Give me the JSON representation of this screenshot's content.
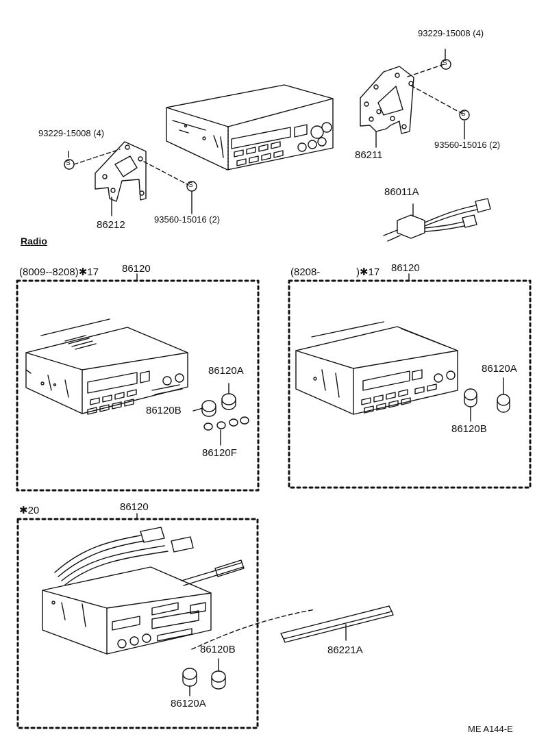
{
  "top": {
    "bolt_left": "93229-15008 (4)",
    "nut_left": "93560-15016 (2)",
    "bracket_left": "86212",
    "bolt_right": "93229-15008 (4)",
    "nut_right": "93560-15016 (2)",
    "bracket_right": "86211",
    "harness": "86011A",
    "screw_mark": "S"
  },
  "section_title": "Radio",
  "panel1": {
    "range": "(8009--8208)✱17",
    "part": "86120",
    "knob_a": "86120A",
    "knob_b": "86120B",
    "knob_f": "86120F"
  },
  "panel2": {
    "range_start": "(8208-",
    "range_end": ")✱17",
    "part": "86120",
    "knob_a": "86120A",
    "knob_b": "86120B"
  },
  "panel3": {
    "range": "✱20",
    "part": "86120",
    "knob_b": "86120B",
    "knob_a": "86120A",
    "plate": "86221A"
  },
  "footer": {
    "code": "ME  A144-E"
  }
}
